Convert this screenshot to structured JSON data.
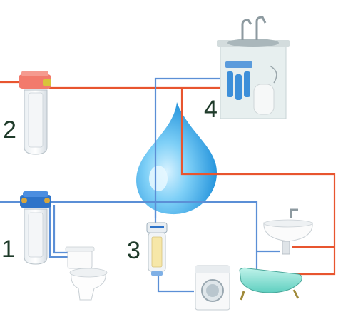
{
  "labels": {
    "n1": "1",
    "n2": "2",
    "n3": "3",
    "n4": "4"
  },
  "components": [
    {
      "id": "filter-hot",
      "icon": "cartridge-filter-icon",
      "number": "2"
    },
    {
      "id": "filter-cold",
      "icon": "cartridge-filter-icon",
      "number": "1"
    },
    {
      "id": "softener-filter",
      "icon": "softener-filter-icon",
      "number": "3"
    },
    {
      "id": "reverse-osmosis-sink",
      "icon": "reverse-osmosis-sink-icon",
      "number": "4"
    },
    {
      "id": "toilet",
      "icon": "toilet-icon"
    },
    {
      "id": "washing-machine",
      "icon": "washing-machine-icon"
    },
    {
      "id": "washbasin",
      "icon": "washbasin-icon"
    },
    {
      "id": "bathtub",
      "icon": "bathtub-icon"
    },
    {
      "id": "water-drop",
      "icon": "water-drop-icon"
    }
  ],
  "colors": {
    "hot_pipe": "#e8552f",
    "cold_pipe": "#5b8fd6",
    "drop": "#3aa7e6",
    "number_text": "#1f3b2a"
  }
}
